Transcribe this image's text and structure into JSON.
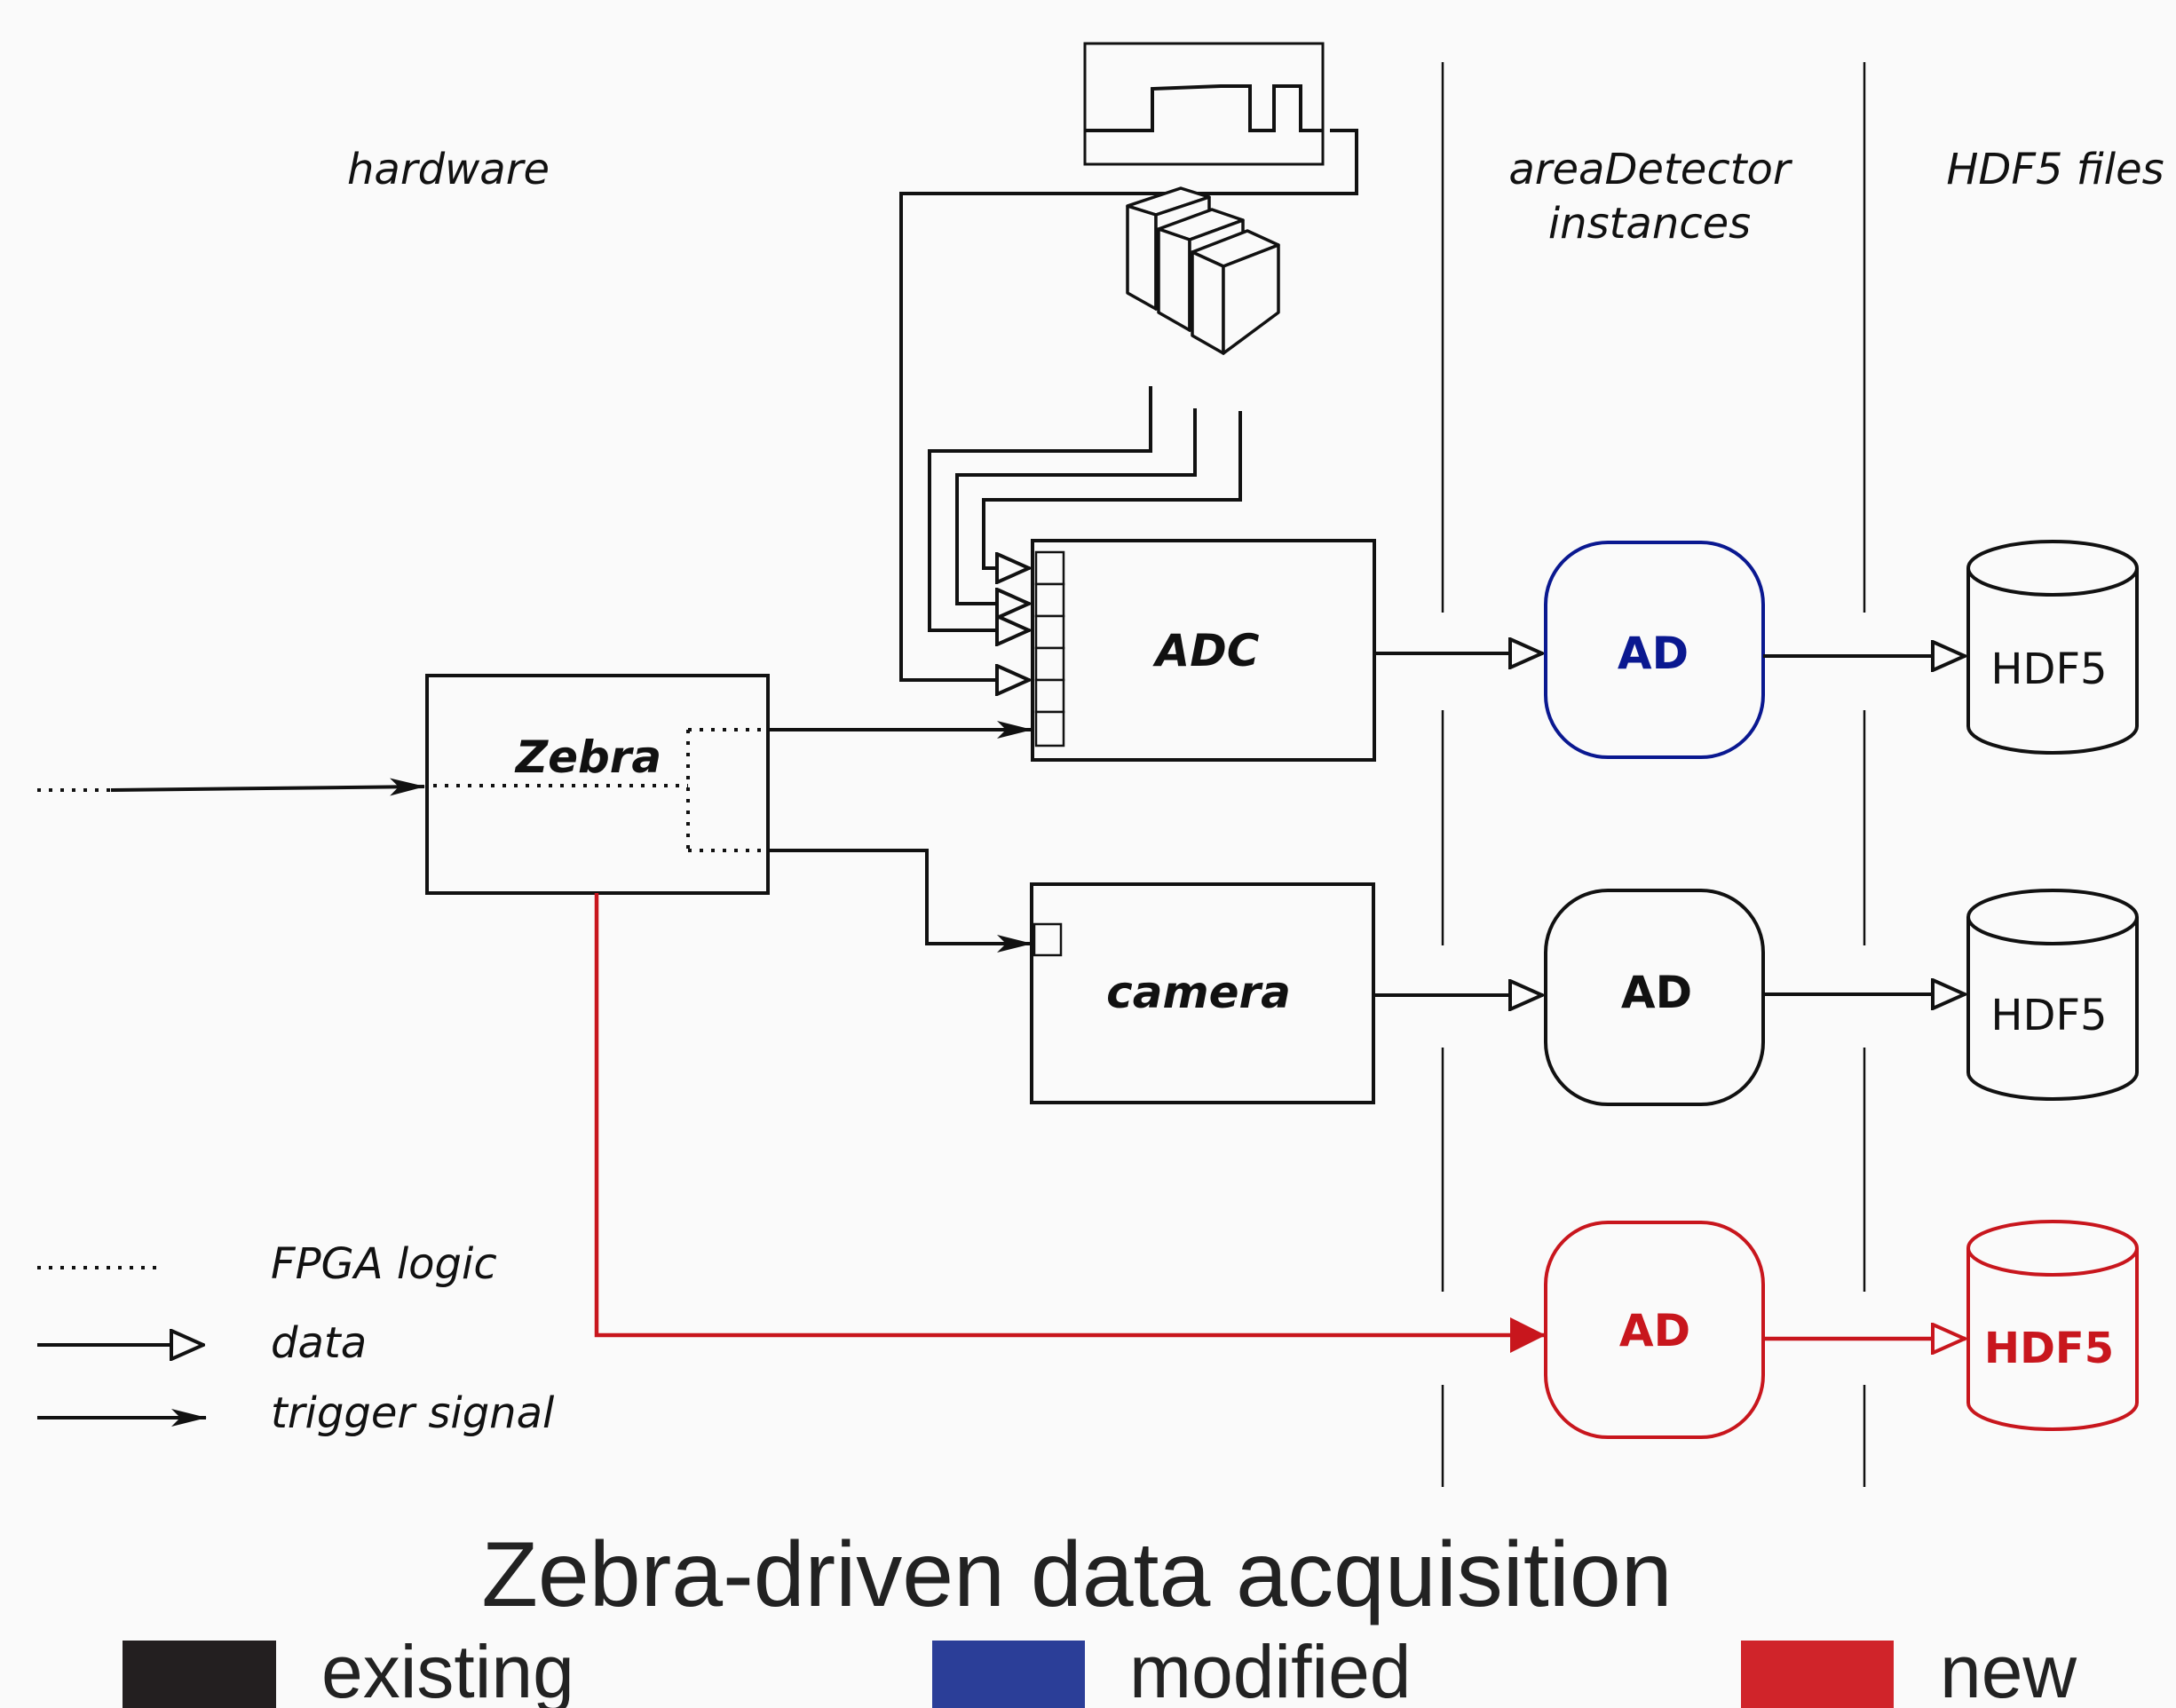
{
  "columns": {
    "hardware": "hardware",
    "area_detector_line1": "areaDetector",
    "area_detector_line2": "instances",
    "hdf5_files": "HDF5 files"
  },
  "boxes": {
    "zebra": "Zebra",
    "adc": "ADC",
    "camera": "camera"
  },
  "ad_nodes": [
    {
      "label": "AD",
      "status": "modified",
      "color": "#0a1890"
    },
    {
      "label": "AD",
      "status": "existing",
      "color": "#111111"
    },
    {
      "label": "AD",
      "status": "new",
      "color": "#c8161d"
    }
  ],
  "hdf5_nodes": [
    {
      "label": "HDF5",
      "status": "existing",
      "color": "#111111"
    },
    {
      "label": "HDF5",
      "status": "existing",
      "color": "#111111"
    },
    {
      "label": "HDF5",
      "status": "new",
      "color": "#c8161d"
    }
  ],
  "line_legend": {
    "fpga_logic": "FPGA logic",
    "data": "data",
    "trigger_signal": "trigger signal"
  },
  "title": "Zebra-driven data acquisition",
  "color_key": [
    {
      "label": "existing",
      "color": "#231f20"
    },
    {
      "label": "modified",
      "color": "#2b3e98"
    },
    {
      "label": "new",
      "color": "#d0242a"
    }
  ]
}
